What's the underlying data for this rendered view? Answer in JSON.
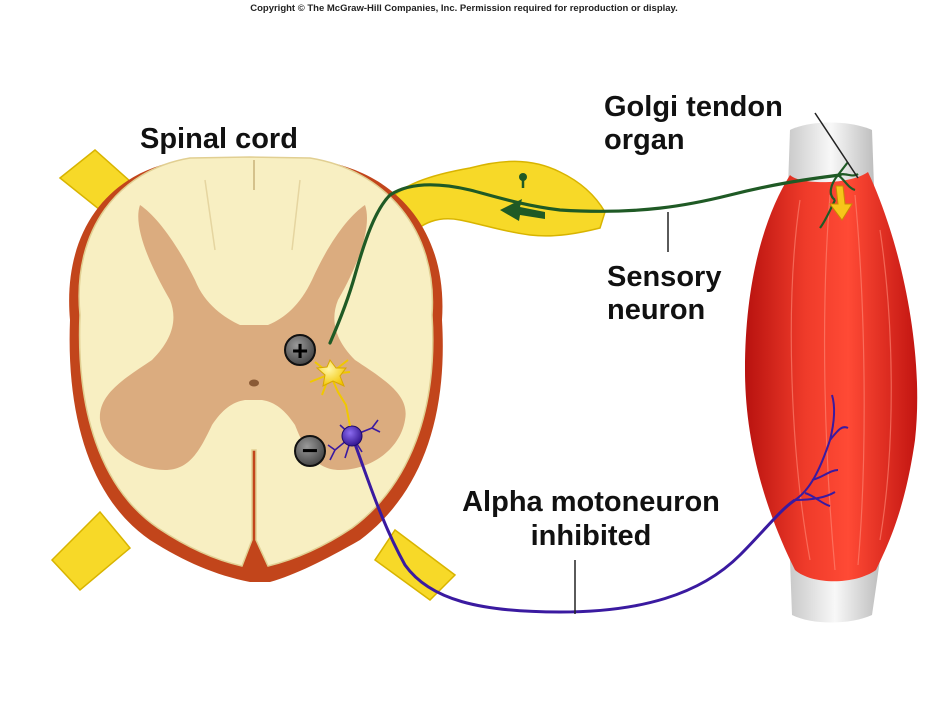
{
  "copyright": "Copyright © The McGraw-Hill Companies, Inc. Permission required for reproduction or display.",
  "labels": {
    "spinal_cord": "Spinal cord",
    "golgi_line1": "Golgi tendon",
    "golgi_line2": "organ",
    "sensory_line1": "Sensory",
    "sensory_line2": "neuron",
    "alpha_line1": "Alpha motoneuron",
    "alpha_line2": "inhibited"
  },
  "symbols": {
    "excitatory": "+",
    "inhibitory": "−"
  },
  "colors": {
    "white_matter": "#f8efc2",
    "gray_matter": "#dbac7f",
    "nerve_root": "#f7d928",
    "sensory_neuron": "#1f5a25",
    "interneuron": "#f5d21a",
    "motoneuron": "#3a1aa0",
    "muscle": "#e8231e",
    "tendon": "#e6e6e6"
  }
}
